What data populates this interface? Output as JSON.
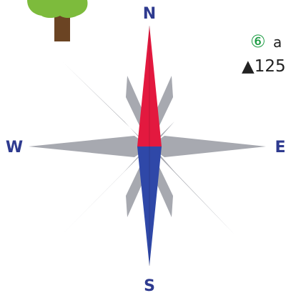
{
  "compass": {
    "north": "N",
    "south": "S",
    "east": "E",
    "west": "W",
    "needle_north_color": "#e3193f",
    "needle_south_color": "#2f48a8",
    "ray_color": "#a7a9b0",
    "label_color": "#2e3a8f"
  },
  "poi": {
    "number": "⑥",
    "name_fragment": "a",
    "elevation": "▲125",
    "marker_color": "#1a9b41",
    "text_color": "#222222"
  },
  "tree": {
    "icon": "tree-icon",
    "canopy_color": "#7dbb3c",
    "trunk_color": "#6b4423"
  }
}
